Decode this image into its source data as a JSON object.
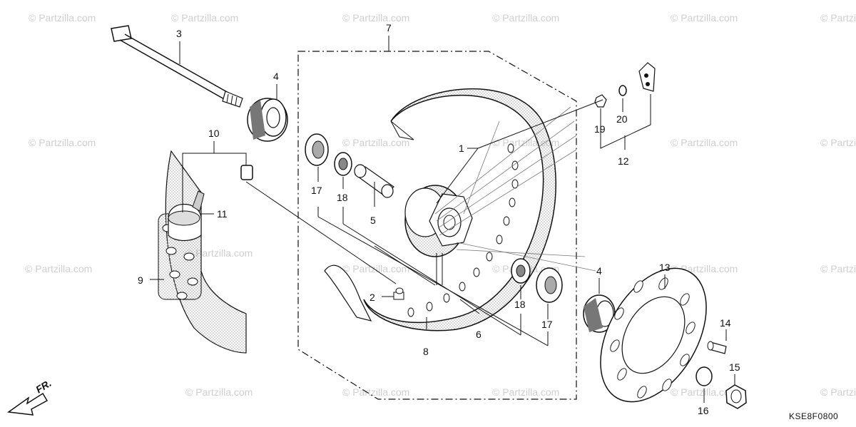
{
  "watermark": "© Partzilla.com",
  "diagram_code": "KSE8F0800",
  "direction_label": "FR.",
  "callouts": {
    "c1": "1",
    "c2": "2",
    "c3": "3",
    "c4a": "4",
    "c4b": "4",
    "c5": "5",
    "c6": "6",
    "c7": "7",
    "c8": "8",
    "c9": "9",
    "c10": "10",
    "c11": "11",
    "c12": "12",
    "c13": "13",
    "c14": "14",
    "c15": "15",
    "c16": "16",
    "c17a": "17",
    "c17b": "17",
    "c18a": "18",
    "c18b": "18",
    "c19": "19",
    "c20": "20"
  }
}
